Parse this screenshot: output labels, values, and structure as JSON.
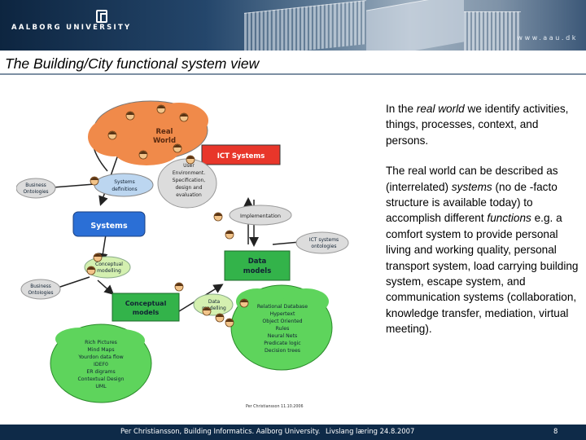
{
  "header": {
    "university": "AALBORG UNIVERSITY",
    "url": "www.aau.dk"
  },
  "slide": {
    "title": "The Building/City functional system view"
  },
  "body": {
    "p1_a": "In the ",
    "p1_em": "real world",
    "p1_b": " we identify activities, things, processes, context, and persons.",
    "p2_a": "The real world can be described as (interrelated) ",
    "p2_em1": "systems",
    "p2_b": " (no de -facto structure is available today) to accomplish different ",
    "p2_em2": "functions",
    "p2_c": " e.g. a comfort system to provide personal living and working quality, personal transport system, load carrying building system, escape system, and communication systems (collaboration, knowledge transfer, mediation, virtual meeting)."
  },
  "diagram": {
    "real_world_1": "Real",
    "real_world_2": "World",
    "ict_systems": "ICT Systems",
    "user_env_1": "User",
    "user_env_2": "Environment.",
    "user_env_3": "Specification,",
    "user_env_4": "design and",
    "user_env_5": "evaluation",
    "systems_def_1": "Systems",
    "systems_def_2": "definitions",
    "business_1": "Business",
    "business_2": "Ontologies",
    "systems": "Systems",
    "implementation": "Implementation",
    "ict_ont_1": "ICT systems",
    "ict_ont_2": "ontologies",
    "data_models_1": "Data",
    "data_models_2": "models",
    "concept_mod_1": "Conceptual",
    "concept_mod_2": "modelling",
    "business2_1": "Business",
    "business2_2": "Ontologies",
    "concept_models_1": "Conceptual",
    "concept_models_2": "models",
    "data_modelling_1": "Data",
    "data_modelling_2": "modelling",
    "tech_list": [
      "Relational Database",
      "Hypertext",
      "Object Oriented",
      "Rules",
      "Neural Nets",
      "Predicate logic",
      "Decision trees"
    ],
    "methods_list": [
      "Rich Pictures",
      "Mind Maps",
      "Yourdon data flow",
      "IDEF0",
      "ER digrams",
      "Contextual Design",
      "UML"
    ],
    "credit": "Per Christiansson 11.10.2006"
  },
  "footer": {
    "author": "Per Christiansson, Building Informatics. Aalborg University.",
    "event": "Livslang læring 24.8.2007",
    "page": "8"
  },
  "colors": {
    "orange": "#f08a4a",
    "red": "#e8362a",
    "blue": "#2b6fd6",
    "green": "#33b34a",
    "light_green": "#5ed45c",
    "grey": "#dcdcdc",
    "footer": "#0e2a48"
  }
}
